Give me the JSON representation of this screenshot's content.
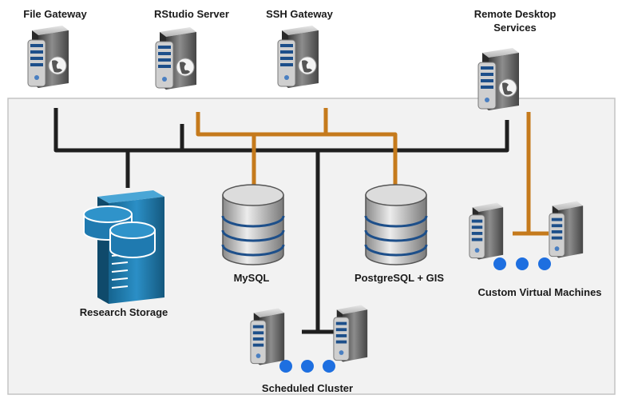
{
  "nodes": {
    "file_gateway": "File Gateway",
    "rstudio_server": "RStudio Server",
    "ssh_gateway": "SSH Gateway",
    "remote_desktop_line1": "Remote Desktop",
    "remote_desktop_line2": "Services",
    "research_storage": "Research Storage",
    "mysql": "MySQL",
    "postgresql": "PostgreSQL + GIS",
    "custom_vms": "Custom Virtual Machines",
    "scheduled_cluster": "Scheduled Cluster"
  },
  "colors": {
    "network_black": "#1f1f1f",
    "network_orange": "#c57a1c",
    "panel_fill": "#f2f2f2",
    "storage_blue": "#1f7ab0",
    "dot_blue": "#1e6fe0"
  },
  "icons": {
    "gateway": "server-globe-icon",
    "database": "database-cylinder-icon",
    "storage": "storage-array-icon",
    "vm": "server-tower-icon"
  }
}
